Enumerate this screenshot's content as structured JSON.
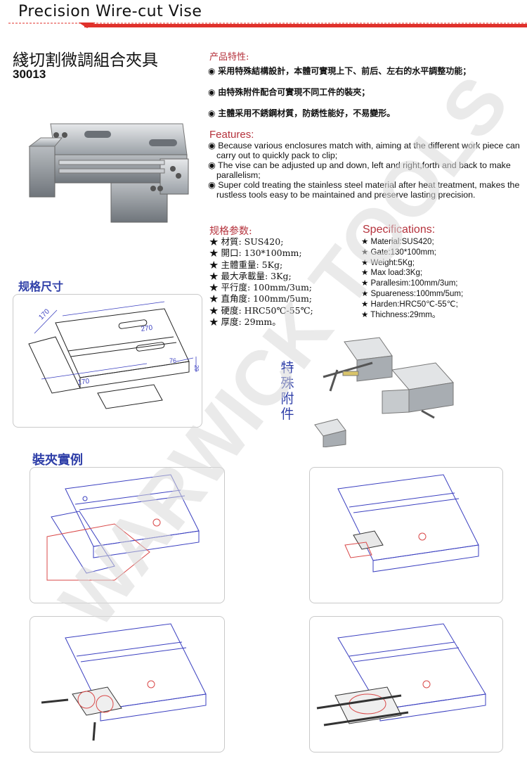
{
  "header": {
    "title": "Precision Wire-cut Vise",
    "accent_color": "#e0312b"
  },
  "product": {
    "name_cn": "綫切割微調組合夾具",
    "code": "30013"
  },
  "features_cn": {
    "heading": "产品特性:",
    "items": [
      "采用特殊結構設計，本體可實現上下、前后、左右的水平調整功能；",
      "由特殊附件配合可實現不同工件的裝夾；",
      "主體采用不銹鋼材質，防銹性能好，不易變形。"
    ]
  },
  "features_en": {
    "heading": "Features:",
    "items": [
      "Because various enclosures match with, aiming at the different work piece can carry out to quickly pack to clip;",
      "The vise can be adjusted up and down, left and right,forth and back to make parallelism;",
      "Super cold treating the stainless steel material after heat treatment, makes the rustless tools easy to be maintained and preserve lasting precision."
    ]
  },
  "specs_cn": {
    "heading": "规格参数:",
    "items": [
      "材質: SUS420;",
      "開口: 130*100mm;",
      "主體重量: 5Kg;",
      "最大承載量: 3Kg;",
      "平行度: 100mm/3um;",
      "直角度: 100mm/5um;",
      "硬度: HRC50℃-55℃;",
      "厚度: 29mm。"
    ]
  },
  "specs_en": {
    "heading": "Specifications:",
    "items": [
      "Material:SUS420;",
      "Gate:130*100mm;",
      "Weight:5Kg;",
      "Max load:3Kg;",
      "Parallesim:100mm/3um;",
      "Spuareness:100mm/5um;",
      "Harden:HRC50℃-55℃;",
      "Thichness:29mm。"
    ]
  },
  "dimensions": {
    "heading": "规格尺寸",
    "labels": [
      "170",
      "270",
      "170",
      "76",
      "29"
    ]
  },
  "accessories": {
    "label": "特殊附件"
  },
  "examples": {
    "heading": "裝夾實例"
  },
  "watermark": {
    "text": "WARWICK TOOLS",
    "color": "#d8d8d8"
  },
  "colors": {
    "section_red": "#b5323c",
    "diagram_blue": "#2f3fa8",
    "line_blue": "#3a3fc0",
    "workpiece_red": "#d94848"
  }
}
